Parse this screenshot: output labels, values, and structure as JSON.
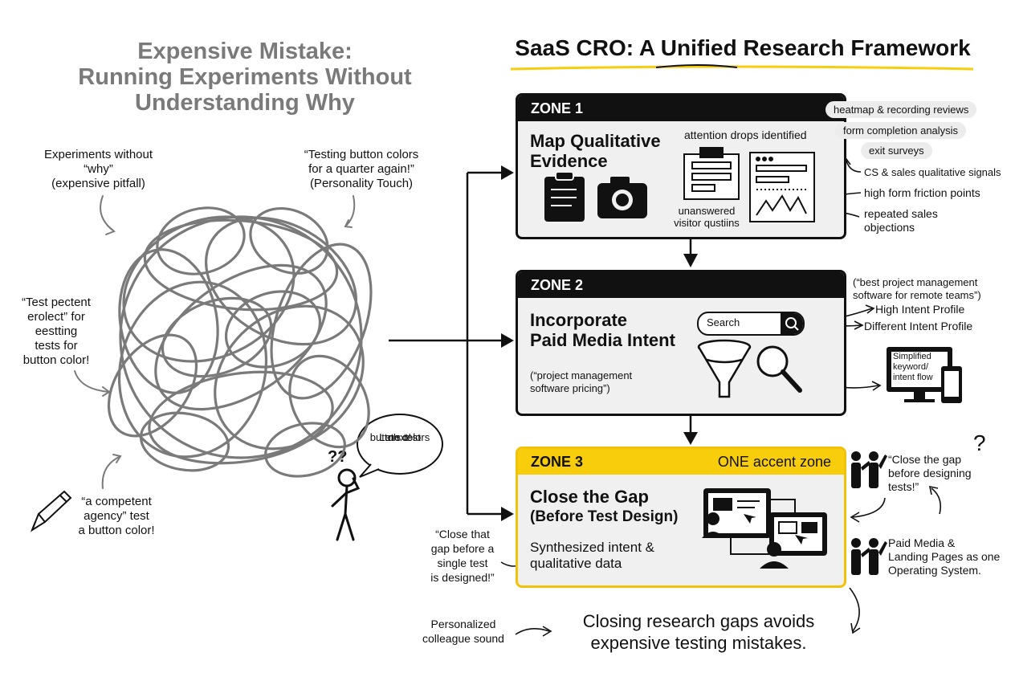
{
  "left": {
    "title_lines": [
      "Expensive Mistake:",
      "Running Experiments Without",
      "Understanding Why"
    ],
    "note_pitfall": [
      "Experiments without",
      "“why”",
      "(expensive pitfall)"
    ],
    "note_personality": [
      "“Testing button colors",
      "for a quarter again!”",
      "(Personality Touch)"
    ],
    "note_test": [
      "“Test pectent",
      "erolect” for",
      "eestting",
      "tests for",
      "button color!"
    ],
    "note_agency": [
      "“a competent",
      "agency” test",
      "a button color!"
    ],
    "bubble": [
      "Let's test",
      "button colors",
      "next!"
    ],
    "question_marks": "??"
  },
  "title": "SaaS CRO: A Unified Research Framework",
  "zone1": {
    "label": "ZONE 1",
    "title_lines": [
      "Map Qualitative",
      "Evidence"
    ],
    "attention": "attention drops identified",
    "unanswered": [
      "unanswered",
      "visitor qustiins"
    ],
    "pills": [
      "heatmap & recording reviews",
      "form completion analysis",
      "exit surveys"
    ],
    "side": [
      "CS & sales qualitative signals",
      "high form friction points",
      "repeated sales",
      "objections"
    ]
  },
  "zone2": {
    "label": "ZONE 2",
    "title_lines": [
      "Incorporate",
      "Paid Media Intent"
    ],
    "search_placeholder": "Search",
    "quote": [
      "(“project management",
      "software pricing”)"
    ],
    "side_quote": [
      "(“best project management",
      "software for remote teams”)"
    ],
    "high_intent": "High Intent Profile",
    "different_intent": "Different Intent Profile",
    "device_label": [
      "Simplified",
      "keyword/",
      "intent flow"
    ]
  },
  "zone3": {
    "label": "ZONE 3",
    "accent": "ONE accent zone",
    "title_lines": [
      "Close the Gap",
      "(Before Test Design)"
    ],
    "synth": [
      "Synthesized intent &",
      "qualitative data"
    ],
    "close_quote": [
      "“Close that",
      "gap before a",
      "single test",
      "is designed!”"
    ],
    "right_quote": [
      "“Close the gap",
      "before designing",
      "tests!”"
    ],
    "right_paid": [
      "Paid Media &",
      "Landing Pages as one",
      "Operating System."
    ],
    "question_mark": "?"
  },
  "bottom": {
    "conclusion": [
      "Closing research gaps avoids",
      "expensive testing mistakes."
    ],
    "personalized": [
      "Personalized",
      "colleague sound"
    ]
  },
  "colors": {
    "accent": "#f7cd0c",
    "ink": "#111111",
    "muted": "#7a7a7a",
    "panel": "#f0f0f0"
  }
}
